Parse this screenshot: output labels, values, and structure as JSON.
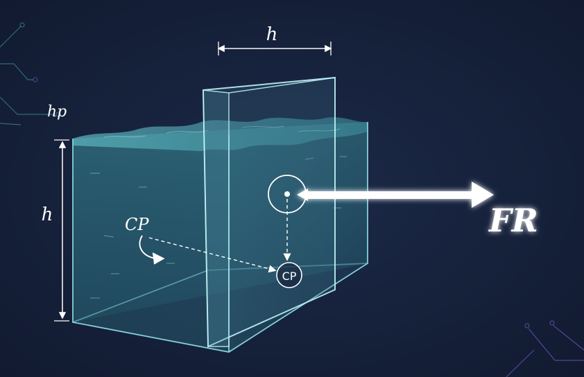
{
  "labels": {
    "top_dimension": "h",
    "hp": "hp",
    "left_dimension": "h",
    "cp_left": "CP",
    "cp_circle": "CP",
    "force": "FR"
  },
  "colors": {
    "background": "#152038",
    "water": "#3f8f9a",
    "glass_edge": "#8fe0ea",
    "text": "#ffffff",
    "force_arrow": "#ffffff",
    "circuit_left": "#4aa6b4",
    "circuit_right": "#7b5ccc"
  },
  "icons": [
    "curved-arrow-icon",
    "force-arrow-icon",
    "circuit-decoration-icon"
  ]
}
